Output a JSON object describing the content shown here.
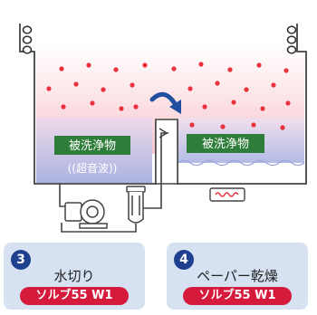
{
  "tank_left": {
    "label": "被洗浄物",
    "sublabel": "((超音波))"
  },
  "tank_right": {
    "label": "被洗浄物"
  },
  "steps": [
    {
      "number": "3",
      "title": "水切り",
      "product": "ソルブ55 W1"
    },
    {
      "number": "4",
      "title": "ペーパー乾燥",
      "product": "ソルブ55 W1"
    }
  ],
  "colors": {
    "vapor_dot": "#e8323c",
    "product_badge": "#d61a3c",
    "label_box": "#2e7d3a",
    "step_number": "#1f3f8f",
    "flow_arrow": "#1f4fa0",
    "card_background": "#d6e2f2"
  },
  "icons": {
    "coil": "coil-icon",
    "pump": "pump-icon",
    "filter": "filter-icon",
    "heater": "heater-icon",
    "arrow": "flow-arrow-icon"
  }
}
